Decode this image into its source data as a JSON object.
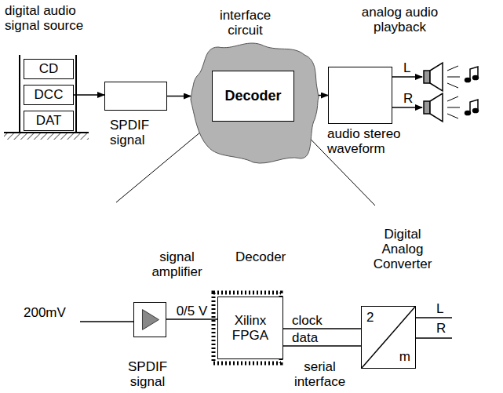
{
  "diagram": {
    "nodes": [
      {
        "text": [
          "CD"
        ]
      },
      {
        "text": [
          "DCC"
        ]
      },
      {
        "text": [
          "DAT"
        ]
      },
      {
        "text": [
          "SPDIF signal"
        ]
      },
      {
        "text": [
          "interface circuit"
        ]
      },
      {
        "text": [
          "Decoder"
        ],
        "in": 4
      },
      {
        "text": [
          "audio stereo waveform"
        ]
      },
      {
        "text": [
          "signal amplifier"
        ]
      },
      {
        "text": [
          "Xilinx FPGA"
        ]
      },
      {
        "text": [
          "Digital Analog Converter",
          "2",
          "m"
        ]
      }
    ],
    "edges": [
      {
        "from": 1,
        "to": 3,
        "arrow": "to"
      },
      {
        "from": 3,
        "to": 4,
        "arrow": "to"
      },
      {
        "from": 4,
        "to": 6,
        "arrow": "to"
      },
      {
        "from": 7,
        "to": 8,
        "label": "0/5 V",
        "arrow": "none"
      },
      {
        "from": 8,
        "to": 9,
        "label": "clock",
        "arrow": "none"
      },
      {
        "from": 8,
        "to": 9,
        "label": "data",
        "arrow": "none"
      }
    ],
    "labels": [
      "digital audio signal source",
      "analog audio playback",
      "L",
      "R",
      "Decoder",
      "200mV",
      "SPDIF signal",
      "serial interface",
      "L",
      "R"
    ]
  }
}
